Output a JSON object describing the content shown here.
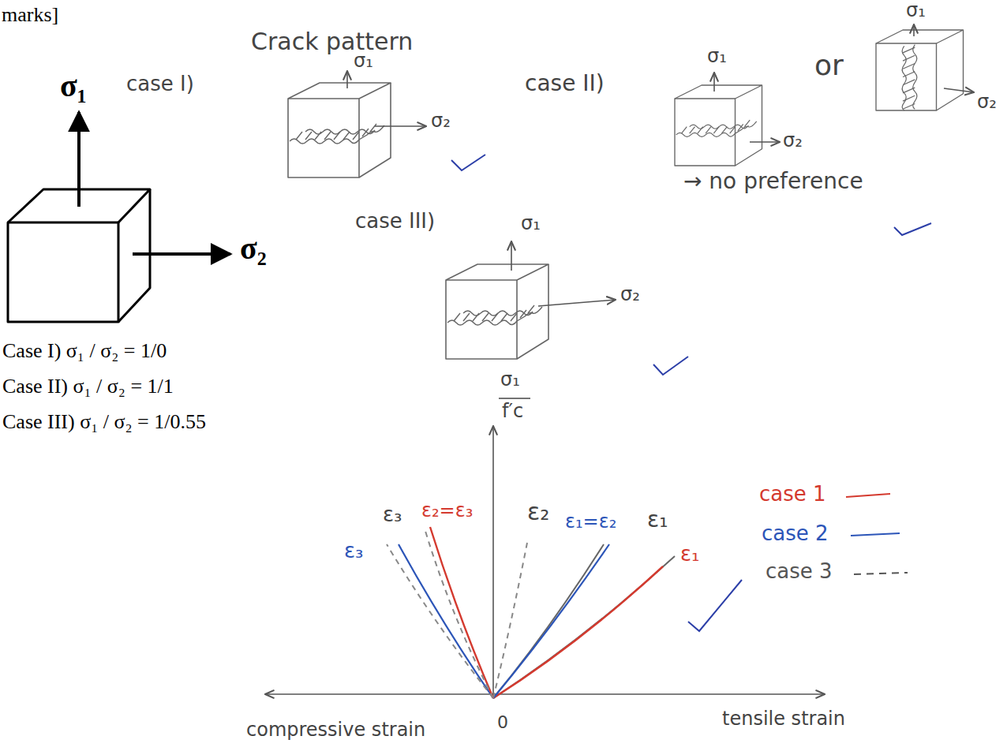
{
  "diagram": {
    "labels": [
      "marks]",
      "Crack pattern",
      "case I)",
      "σ₁",
      "σ₂",
      "case II)",
      "σ₁",
      "or",
      "σ₁",
      "σ₂",
      "σ₂",
      "σ₁",
      "→ no preference",
      "σ₂",
      "case III)",
      "σ₁",
      "σ₂",
      "Case I) σ₁ / σ₂ = 1/0",
      "Case II) σ₁ / σ₂ = 1/1",
      "Case III) σ₁ / σ₂ = 1/0.55",
      "σ₁",
      "f′c",
      "ε₃",
      "ε₂=ε₃",
      "ε₂",
      "ε₁=ε₂",
      "ε₁",
      "ε₃",
      "ε₁",
      "compressive strain",
      "0",
      "tensile strain"
    ],
    "legend": [
      {
        "text": "case 1"
      },
      {
        "text": "case 2"
      },
      {
        "text": "case 3"
      }
    ]
  }
}
